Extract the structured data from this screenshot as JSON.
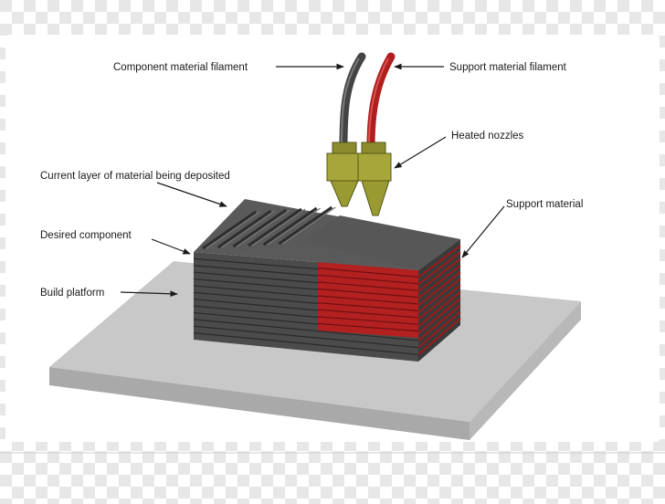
{
  "labels": {
    "component_filament": "Component material filament",
    "support_filament": "Support material filament",
    "heated_nozzles": "Heated nozzles",
    "current_layer": "Current layer of material being deposited",
    "desired_component": "Desired component",
    "support_material": "Support material",
    "build_platform": "Build platform"
  },
  "colors": {
    "component": "#4a4a4a",
    "component_dark": "#2e2e2e",
    "support": "#b32020",
    "support_dark": "#7a1414",
    "nozzle": "#9a9a32",
    "platform_top": "#c9c9c9",
    "platform_side": "#a8a8a8",
    "checker_light": "#ffffff",
    "checker_dark": "#e6e6e6"
  }
}
